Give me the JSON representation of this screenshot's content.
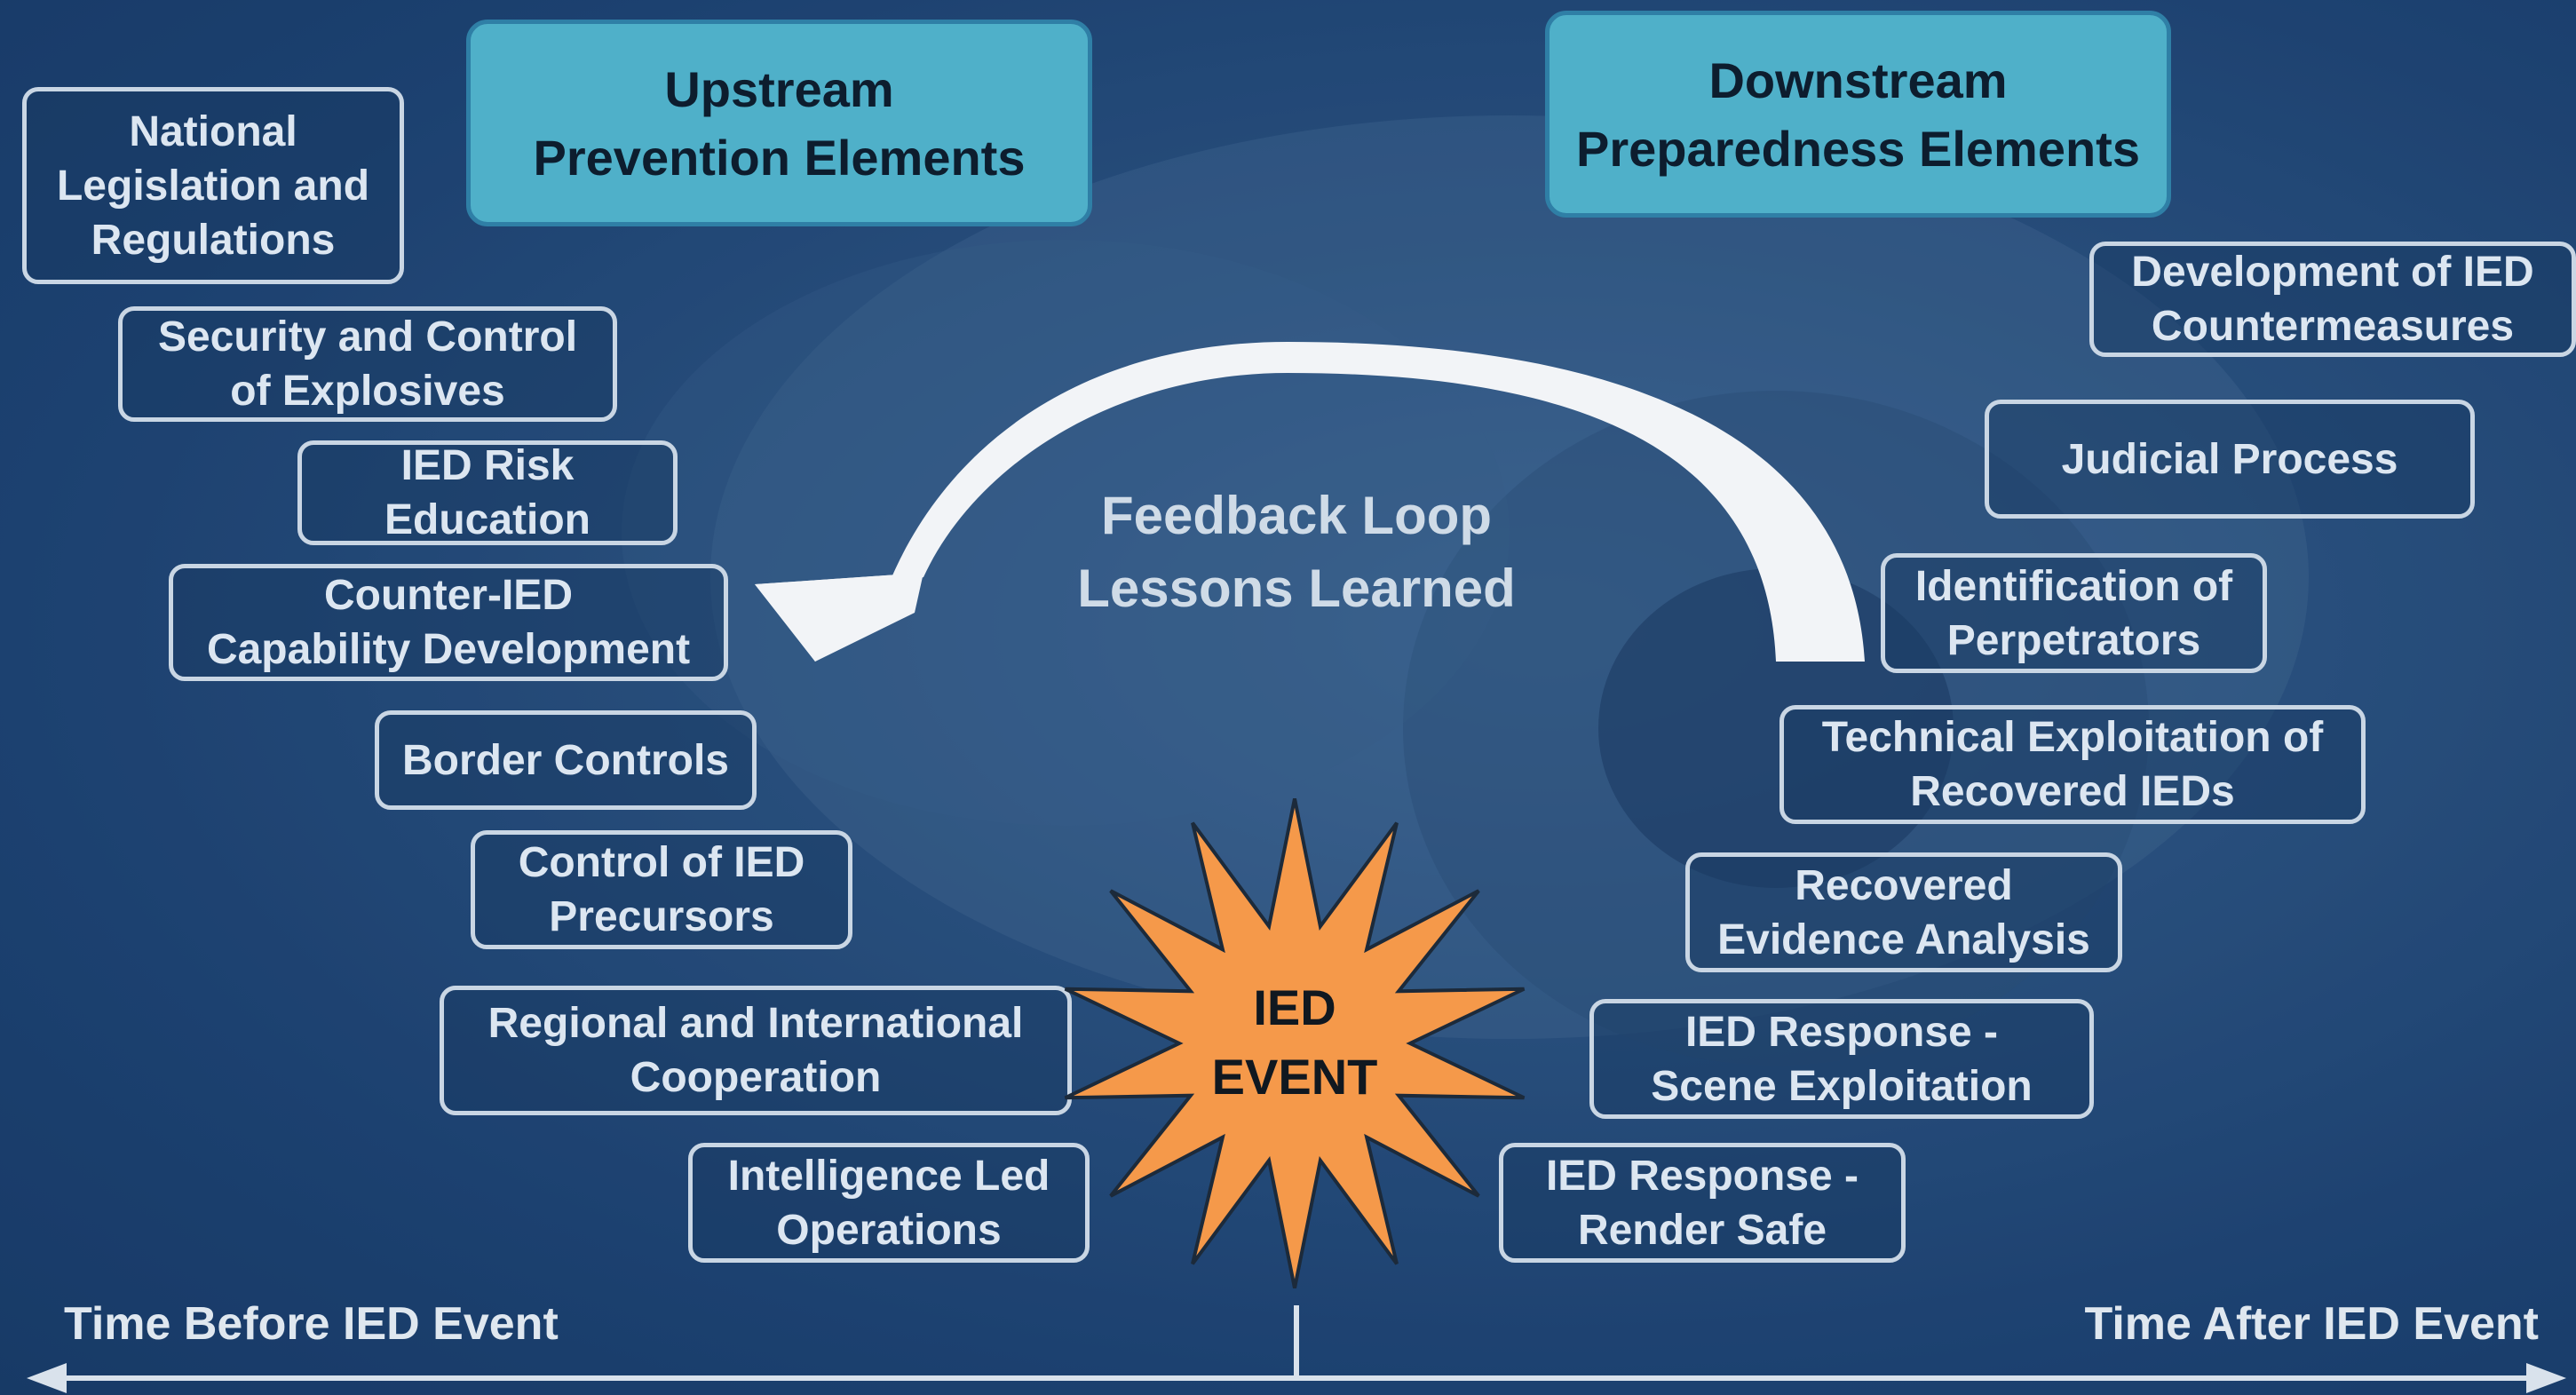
{
  "headers": {
    "upstream": "Upstream\nPrevention Elements",
    "downstream": "Downstream\nPreparedness Elements"
  },
  "upstream_elements": [
    "National\nLegislation and\nRegulations",
    "Security and Control\nof Explosives",
    "IED Risk\nEducation",
    "Counter-IED\nCapability Development",
    "Border Controls",
    "Control of IED\nPrecursors",
    "Regional and International\nCooperation",
    "Intelligence Led\nOperations"
  ],
  "downstream_elements": [
    "Development  of IED\nCountermeasures",
    "Judicial Process",
    "Identification of\nPerpetrators",
    "Technical Exploitation of\nRecovered IEDs",
    "Recovered\nEvidence Analysis",
    "IED Response -\nScene Exploitation",
    "IED Response -\nRender Safe"
  ],
  "feedback_loop": "Feedback Loop\nLessons Learned",
  "event": "IED\nEVENT",
  "timeline": {
    "before": "Time Before IED Event",
    "after": "Time After IED Event"
  },
  "colors": {
    "header_fill": "#4fb0c9",
    "event_fill": "#f5994a",
    "box_border": "#c9d6e4"
  }
}
